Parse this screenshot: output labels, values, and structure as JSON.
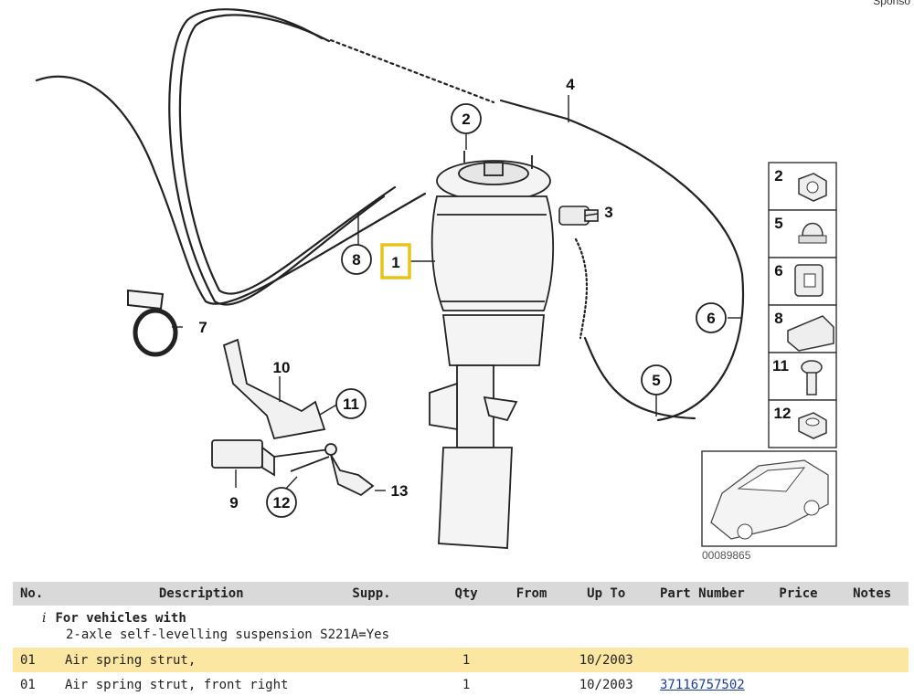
{
  "sponsor_text": "Sponso",
  "diagram": {
    "callouts": [
      "1",
      "2",
      "3",
      "4",
      "5",
      "6",
      "7",
      "8",
      "9",
      "10",
      "11",
      "12",
      "13"
    ],
    "sidebar_items": [
      "2",
      "5",
      "6",
      "8",
      "11",
      "12"
    ],
    "diagram_id": "00089865",
    "colors": {
      "highlight": "#e8c41a",
      "row_highlight": "#fbe7a1",
      "header_bg": "#d9d9d9"
    }
  },
  "table": {
    "headers": {
      "no": "No.",
      "description": "Description",
      "supp": "Supp.",
      "qty": "Qty",
      "from": "From",
      "up_to": "Up To",
      "part_number": "Part Number",
      "price": "Price",
      "notes": "Notes"
    },
    "note": {
      "icon": "i",
      "title": "For vehicles with",
      "detail": "2-axle self-levelling suspension  S221A=Yes"
    },
    "rows": [
      {
        "no": "01",
        "description": "Air spring strut,",
        "supp": "",
        "qty": "1",
        "from": "",
        "up_to": "10/2003",
        "part_number": "",
        "price": "",
        "notes": ""
      },
      {
        "no": "01",
        "description": "Air spring strut, front right",
        "supp": "",
        "qty": "1",
        "from": "",
        "up_to": "10/2003",
        "part_number": "37116757502",
        "price": "",
        "notes": ""
      }
    ]
  }
}
